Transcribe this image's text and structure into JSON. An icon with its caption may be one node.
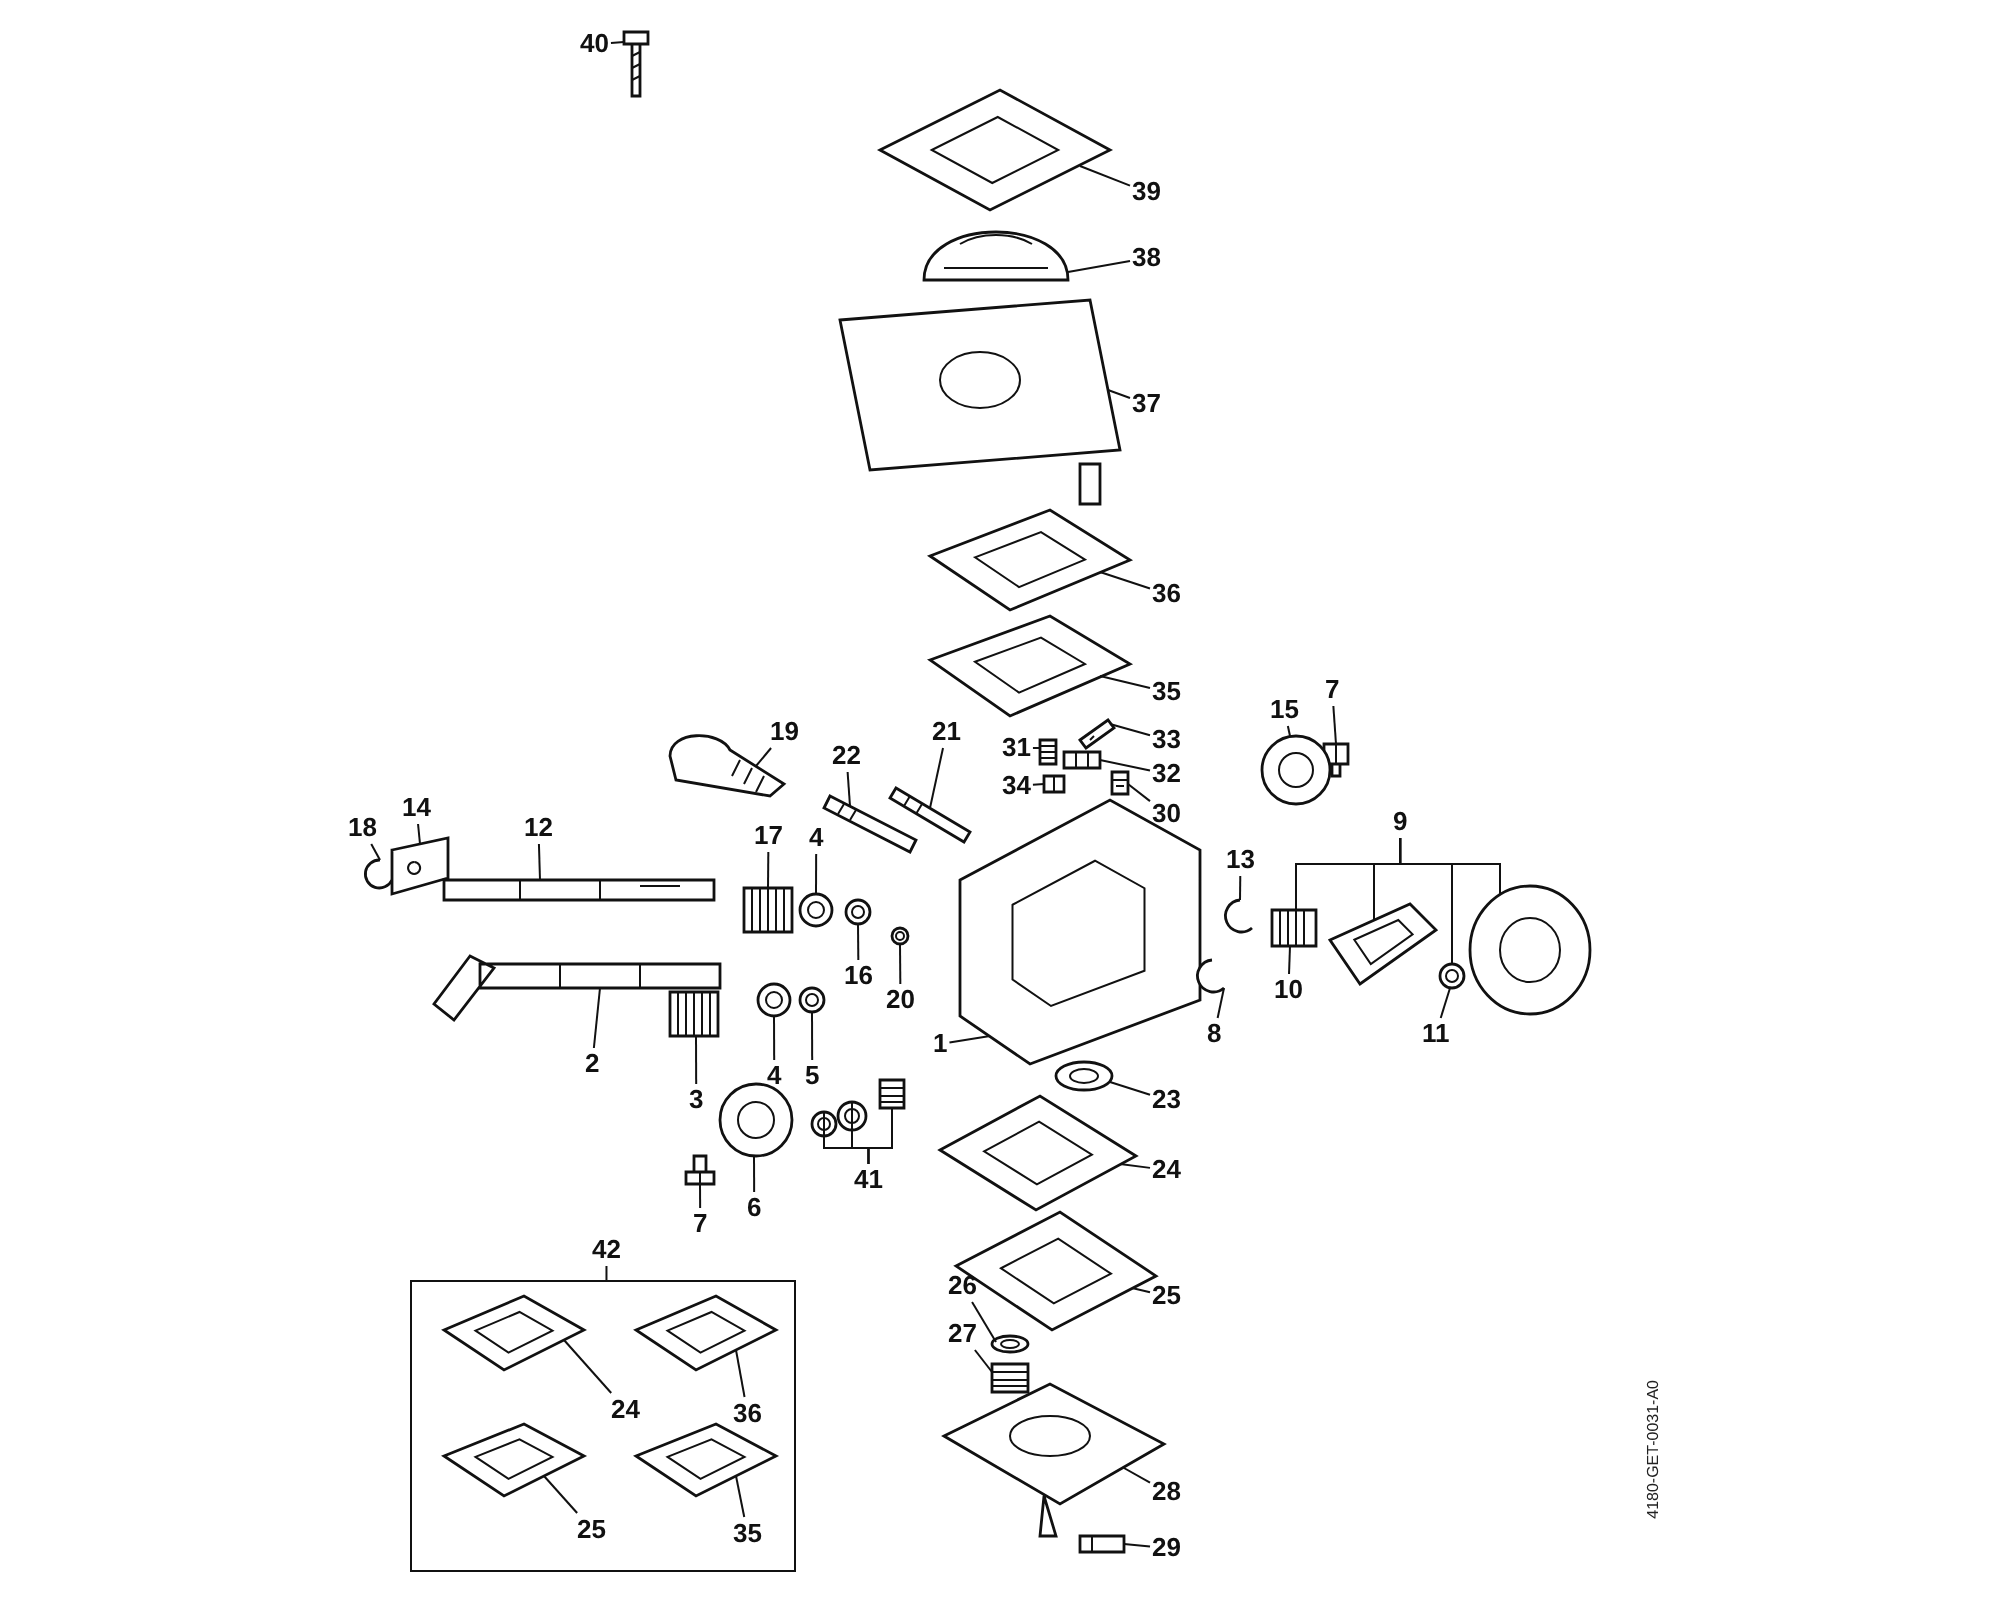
{
  "diagram": {
    "nodes": [
      {
        "text": [
          "40"
        ]
      },
      {
        "text": [
          "39"
        ]
      },
      {
        "text": [
          "38"
        ]
      },
      {
        "text": [
          "37"
        ]
      },
      {
        "text": [
          "36"
        ]
      },
      {
        "text": [
          "35"
        ]
      },
      {
        "text": [
          "7"
        ]
      },
      {
        "text": [
          "15"
        ]
      },
      {
        "text": [
          "21"
        ]
      },
      {
        "text": [
          "19"
        ]
      },
      {
        "text": [
          "31"
        ]
      },
      {
        "text": [
          "33"
        ]
      },
      {
        "text": [
          "22"
        ]
      },
      {
        "text": [
          "32"
        ]
      },
      {
        "text": [
          "34"
        ]
      },
      {
        "text": [
          "30"
        ]
      },
      {
        "text": [
          "9"
        ]
      },
      {
        "text": [
          "18"
        ]
      },
      {
        "text": [
          "14"
        ]
      },
      {
        "text": [
          "12"
        ]
      },
      {
        "text": [
          "17"
        ]
      },
      {
        "text": [
          "4"
        ]
      },
      {
        "text": [
          "13"
        ]
      },
      {
        "text": [
          "16"
        ]
      },
      {
        "text": [
          "20"
        ]
      },
      {
        "text": [
          "8"
        ]
      },
      {
        "text": [
          "10"
        ]
      },
      {
        "text": [
          "11"
        ]
      },
      {
        "text": [
          "1"
        ]
      },
      {
        "text": [
          "2"
        ]
      },
      {
        "text": [
          "4"
        ]
      },
      {
        "text": [
          "5"
        ]
      },
      {
        "text": [
          "23"
        ]
      },
      {
        "text": [
          "3"
        ]
      },
      {
        "text": [
          "24"
        ]
      },
      {
        "text": [
          "41"
        ]
      },
      {
        "text": [
          "7"
        ]
      },
      {
        "text": [
          "6"
        ]
      },
      {
        "text": [
          "42"
        ]
      },
      {
        "text": [],
        "shape": "box"
      },
      {
        "text": [
          "24"
        ],
        "in": 39
      },
      {
        "text": [
          "36"
        ],
        "in": 39
      },
      {
        "text": [
          "25"
        ],
        "in": 39
      },
      {
        "text": [
          "35"
        ],
        "in": 39
      },
      {
        "text": [
          "25"
        ]
      },
      {
        "text": [
          "26"
        ]
      },
      {
        "text": [
          "27"
        ]
      },
      {
        "text": [
          "28"
        ]
      },
      {
        "text": [
          "29"
        ]
      },
      {
        "text": [],
        "shape": "picture"
      },
      {
        "text": [],
        "shape": "picture"
      },
      {
        "text": [],
        "shape": "picture"
      },
      {
        "text": [],
        "shape": "picture"
      },
      {
        "text": [],
        "shape": "picture"
      },
      {
        "text": [],
        "shape": "picture"
      },
      {
        "text": [],
        "shape": "picture"
      },
      {
        "text": [],
        "shape": "picture"
      },
      {
        "text": [],
        "shape": "picture"
      },
      {
        "text": [],
        "shape": "picture"
      },
      {
        "text": [],
        "shape": "picture"
      },
      {
        "text": [],
        "shape": "picture"
      },
      {
        "text": [],
        "shape": "picture"
      },
      {
        "text": [],
        "shape": "picture"
      },
      {
        "text": [],
        "shape": "picture"
      },
      {
        "text": [],
        "shape": "picture"
      },
      {
        "text": [],
        "shape": "picture"
      },
      {
        "text": [],
        "shape": "picture"
      },
      {
        "text": [],
        "shape": "picture"
      },
      {
        "text": [],
        "shape": "picture"
      },
      {
        "text": [],
        "shape": "picture"
      },
      {
        "text": [],
        "shape": "picture"
      },
      {
        "text": [],
        "shape": "picture"
      },
      {
        "text": [],
        "shape": "picture"
      },
      {
        "text": [],
        "shape": "picture"
      },
      {
        "text": [],
        "shape": "picture"
      },
      {
        "text": [],
        "shape": "picture"
      },
      {
        "text": [],
        "shape": "picture"
      },
      {
        "text": [],
        "shape": "picture"
      },
      {
        "text": [],
        "shape": "picture"
      },
      {
        "text": [],
        "shape": "picture"
      },
      {
        "text": [],
        "shape": "picture"
      },
      {
        "text": [],
        "shape": "picture"
      },
      {
        "text": [],
        "shape": "picture"
      },
      {
        "text": [],
        "shape": "picture"
      },
      {
        "text": [],
        "shape": "picture"
      },
      {
        "text": [],
        "shape": "picture"
      },
      {
        "text": [],
        "shape": "picture"
      },
      {
        "text": [],
        "shape": "picture"
      },
      {
        "text": [],
        "shape": "picture"
      },
      {
        "text": [],
        "shape": "picture"
      },
      {
        "text": [],
        "shape": "picture",
        "in": 39
      },
      {
        "text": [],
        "shape": "picture",
        "in": 39
      },
      {
        "text": [],
        "shape": "picture",
        "in": 39
      },
      {
        "text": [],
        "shape": "picture",
        "in": 39
      },
      {
        "text": [],
        "shape": "picture"
      },
      {
        "text": [],
        "shape": "picture"
      },
      {
        "text": [],
        "shape": "picture"
      },
      {
        "text": [],
        "shape": "picture"
      },
      {
        "text": [],
        "shape": "picture"
      }
    ],
    "edges": [
      {
        "from": 0,
        "to": 49,
        "arrow": "none"
      },
      {
        "from": 1,
        "to": 50,
        "arrow": "none"
      },
      {
        "from": 2,
        "to": 51,
        "arrow": "none"
      },
      {
        "from": 3,
        "to": 52,
        "arrow": "none"
      },
      {
        "from": 4,
        "to": 53,
        "arrow": "none"
      },
      {
        "from": 5,
        "to": 54,
        "arrow": "none"
      },
      {
        "from": 6,
        "to": 56,
        "arrow": "none"
      },
      {
        "from": 7,
        "to": 57,
        "arrow": "none"
      },
      {
        "from": 8,
        "to": 59,
        "arrow": "none"
      },
      {
        "from": 9,
        "to": 58,
        "arrow": "none"
      },
      {
        "from": 10,
        "to": 61,
        "arrow": "none"
      },
      {
        "from": 11,
        "to": 55,
        "arrow": "none"
      },
      {
        "from": 12,
        "to": 60,
        "arrow": "none"
      },
      {
        "from": 13,
        "to": 62,
        "arrow": "none"
      },
      {
        "from": 14,
        "to": 63,
        "arrow": "none"
      },
      {
        "from": 15,
        "to": 64,
        "arrow": "none"
      },
      {
        "from": 16,
        "to": 73,
        "arrow": "none"
      },
      {
        "from": 16,
        "to": 74,
        "arrow": "none"
      },
      {
        "from": 16,
        "to": 75,
        "arrow": "none"
      },
      {
        "from": 16,
        "to": 76,
        "arrow": "none"
      },
      {
        "from": 17,
        "to": 65,
        "arrow": "none"
      },
      {
        "from": 18,
        "to": 66,
        "arrow": "none"
      },
      {
        "from": 19,
        "to": 67,
        "arrow": "none"
      },
      {
        "from": 20,
        "to": 68,
        "arrow": "none"
      },
      {
        "from": 21,
        "to": 69,
        "arrow": "none"
      },
      {
        "from": 22,
        "to": 72,
        "arrow": "none"
      },
      {
        "from": 23,
        "to": 70,
        "arrow": "none"
      },
      {
        "from": 24,
        "to": 71,
        "arrow": "none"
      },
      {
        "from": 25,
        "to": 78,
        "arrow": "none"
      },
      {
        "from": 26,
        "to": 73,
        "arrow": "none"
      },
      {
        "from": 27,
        "to": 75,
        "arrow": "none"
      },
      {
        "from": 28,
        "to": 77,
        "arrow": "none"
      },
      {
        "from": 29,
        "to": 79,
        "arrow": "none"
      },
      {
        "from": 30,
        "to": 81,
        "arrow": "none"
      },
      {
        "from": 31,
        "to": 82,
        "arrow": "none"
      },
      {
        "from": 32,
        "to": 83,
        "arrow": "none"
      },
      {
        "from": 33,
        "to": 80,
        "arrow": "none"
      },
      {
        "from": 34,
        "to": 84,
        "arrow": "none"
      },
      {
        "from": 35,
        "to": 85,
        "arrow": "none"
      },
      {
        "from": 35,
        "to": 86,
        "arrow": "none"
      },
      {
        "from": 35,
        "to": 87,
        "arrow": "none"
      },
      {
        "from": 36,
        "to": 89,
        "arrow": "none"
      },
      {
        "from": 37,
        "to": 88,
        "arrow": "none"
      },
      {
        "from": 38,
        "to": 39,
        "arrow": "none"
      },
      {
        "from": 40,
        "to": 90,
        "arrow": "none"
      },
      {
        "from": 41,
        "to": 91,
        "arrow": "none"
      },
      {
        "from": 42,
        "to": 92,
        "arrow": "none"
      },
      {
        "from": 43,
        "to": 93,
        "arrow": "none"
      },
      {
        "from": 44,
        "to": 94,
        "arrow": "none"
      },
      {
        "from": 45,
        "to": 95,
        "arrow": "none"
      },
      {
        "from": 46,
        "to": 96,
        "arrow": "none"
      },
      {
        "from": 47,
        "to": 97,
        "arrow": "none"
      },
      {
        "from": 48,
        "to": 98,
        "arrow": "none"
      }
    ],
    "labels": [
      "4180-GET-0031-A0"
    ]
  }
}
